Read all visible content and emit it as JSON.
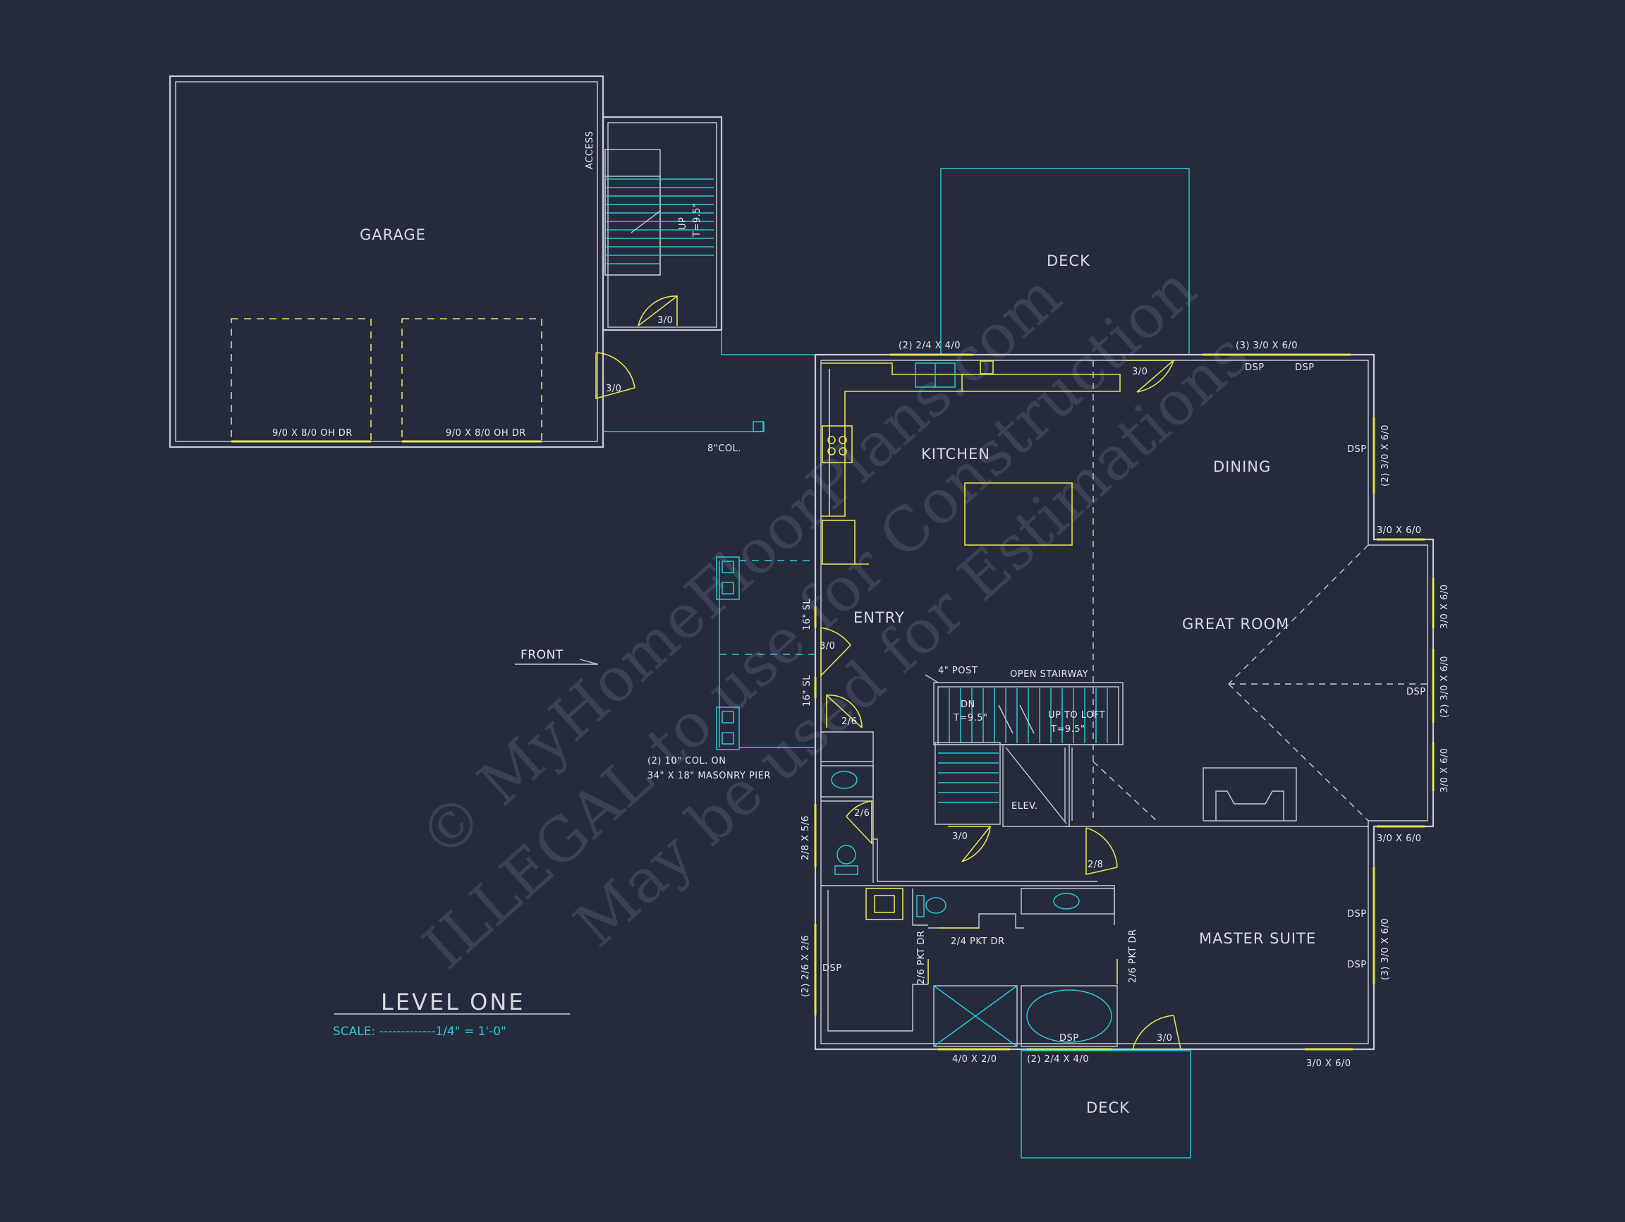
{
  "colors": {
    "background": "#262a3d",
    "wall": "#c9ccd6",
    "cyan": "#2bc8cf",
    "yellow": "#e5e44e",
    "watermark": "#3b4057"
  },
  "watermark": {
    "line1": "© MyHomeFloorPlans.com",
    "line2": "ILLEGAL to use for Construction",
    "line3": "May be used for Estimations"
  },
  "rooms": {
    "garage": "GARAGE",
    "deck_top": "DECK",
    "kitchen": "KITCHEN",
    "dining": "DINING",
    "entry": "ENTRY",
    "great_room": "GREAT ROOM",
    "elevator": "ELEV.",
    "master_suite": "MASTER SUITE",
    "deck_bottom": "DECK"
  },
  "notes": {
    "access": "ACCESS",
    "stair_up": "UP",
    "stair_riser": "T=9.5\"",
    "door_stair": "3/0",
    "door_garage": "3/0",
    "oh_door_1": "9/0 X 8/0 OH DR",
    "oh_door_2": "9/0 X 8/0 OH DR",
    "column_8": "8\"COL.",
    "window_kitchen": "(2) 2/4 X 4/0",
    "door_deck": "3/0",
    "window_dining_top": "(3) 3/0 X 6/0",
    "dsp_1": "DSP",
    "dsp_2": "DSP",
    "dsp_3": "DSP",
    "window_dining_right": "(2) 3/0 X 6/0",
    "window_great_1": "3/0 X 6/0",
    "window_great_2": "3/0 X 6/0",
    "window_great_3": "(2) 3/0 X 6/0",
    "dsp_4": "DSP",
    "window_great_4": "3/0 X 6/0",
    "window_great_5": "3/0 X 6/0",
    "sl_1": "16\" SL",
    "sl_2": "16\" SL",
    "door_entry": "3/0",
    "front": "FRONT",
    "post": "4\" POST",
    "open_stairway": "OPEN STAIRWAY",
    "stair_dn": "DN",
    "stair_dn_riser": "T=9.5\"",
    "up_to_loft": "UP TO LOFT",
    "loft_riser": "T=9.5\"",
    "door_closet": "2/6",
    "door_powder": "2/6",
    "window_powder": "2/8 X 5/6",
    "column_note_1": "(2) 10\" COL. ON",
    "column_note_2": "34\" X 18\" MASONRY PIER",
    "door_stair_lower": "3/0",
    "door_master_hall": "2/8",
    "pkt_dr_1": "2/4 PKT DR",
    "pkt_dr_2": "2/6 PKT DR",
    "pkt_dr_3": "2/6 PKT DR",
    "window_bath_left": "(2) 2/6 X 2/6",
    "dsp_5": "DSP",
    "dsp_6": "DSP",
    "window_master_1": "DSP",
    "window_master_2": "DSP",
    "window_master_right": "(3) 3/0 X 6/0",
    "window_shower": "4/0 X 2/0",
    "window_tub": "(2) 2/4 X 4/0",
    "door_master": "3/0",
    "window_master_bottom": "3/0 X 6/0"
  },
  "title": {
    "name": "LEVEL ONE",
    "scale": "SCALE: -------------1/4\" = 1'-0\""
  }
}
